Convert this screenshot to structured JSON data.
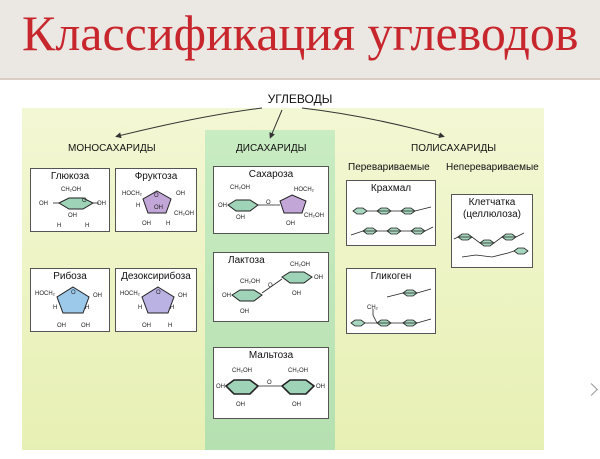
{
  "title": "Классификация углеводов",
  "root": "УГЛЕВОДЫ",
  "categories": {
    "mono": "МОНОСАХАРИДЫ",
    "di": "ДИСАХАРИДЫ",
    "poly": "ПОЛИСАХАРИДЫ"
  },
  "poly_groups": {
    "digestible": "Перевариваемые",
    "indigestible": "Неперевариваемые"
  },
  "boxes": {
    "glucose": "Глюкоза",
    "fructose": "Фруктоза",
    "ribose": "Рибоза",
    "deoxyribose": "Дезоксирибоза",
    "sucrose": "Сахароза",
    "lactose": "Лактоза",
    "maltose": "Мальтоза",
    "starch": "Крахмал",
    "glycogen": "Гликоген",
    "cellulose_1": "Клетчатка",
    "cellulose_2": "(целлюлоза)"
  },
  "formula": {
    "ch2oh": "CH₂OH",
    "hoch2": "HOCH₂",
    "oh": "OH",
    "h": "H",
    "o": "O",
    "ch2": "CH₂"
  },
  "colors": {
    "title": "#c8262d",
    "hexose_ring": "#9ed3b8",
    "fructose_ring": "#c3a6d8",
    "pentose_ring": "#9cc8ea",
    "polymer_ring": "#a6d6bd"
  }
}
